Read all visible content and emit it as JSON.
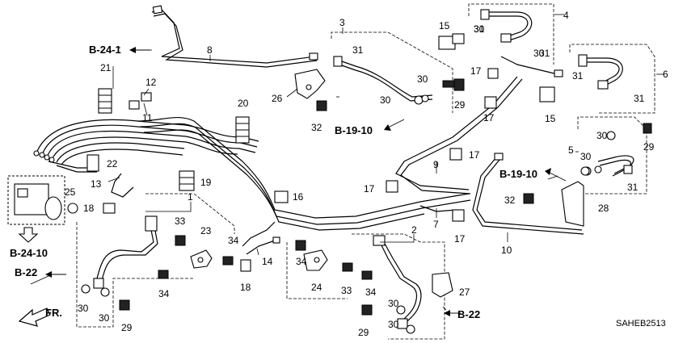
{
  "callouts": [
    {
      "id": "c1",
      "text": "1"
    },
    {
      "id": "c2",
      "text": "2"
    },
    {
      "id": "c3",
      "text": "3"
    },
    {
      "id": "c4",
      "text": "4"
    },
    {
      "id": "c5",
      "text": "5"
    },
    {
      "id": "c6",
      "text": "6"
    },
    {
      "id": "c7",
      "text": "7"
    },
    {
      "id": "c8",
      "text": "8"
    },
    {
      "id": "c9",
      "text": "9"
    },
    {
      "id": "c10",
      "text": "10"
    },
    {
      "id": "c11",
      "text": "11"
    },
    {
      "id": "c12",
      "text": "12"
    },
    {
      "id": "c13",
      "text": "13"
    },
    {
      "id": "c14",
      "text": "14"
    },
    {
      "id": "c15a",
      "text": "15"
    },
    {
      "id": "c15b",
      "text": "15"
    },
    {
      "id": "c16",
      "text": "16"
    },
    {
      "id": "c17a",
      "text": "17"
    },
    {
      "id": "c17b",
      "text": "17"
    },
    {
      "id": "c17c",
      "text": "17"
    },
    {
      "id": "c17d",
      "text": "17"
    },
    {
      "id": "c17e",
      "text": "17"
    },
    {
      "id": "c18a",
      "text": "18"
    },
    {
      "id": "c18b",
      "text": "18"
    },
    {
      "id": "c19",
      "text": "19"
    },
    {
      "id": "c20",
      "text": "20"
    },
    {
      "id": "c21",
      "text": "21"
    },
    {
      "id": "c22",
      "text": "22"
    },
    {
      "id": "c23",
      "text": "23"
    },
    {
      "id": "c24",
      "text": "24"
    },
    {
      "id": "c25",
      "text": "25"
    },
    {
      "id": "c26",
      "text": "26"
    },
    {
      "id": "c27",
      "text": "27"
    },
    {
      "id": "c28",
      "text": "28"
    },
    {
      "id": "c29a",
      "text": "29"
    },
    {
      "id": "c29b",
      "text": "29"
    },
    {
      "id": "c29c",
      "text": "29"
    },
    {
      "id": "c29d",
      "text": "29"
    },
    {
      "id": "c30a",
      "text": "30"
    },
    {
      "id": "c30b",
      "text": "30"
    },
    {
      "id": "c30c",
      "text": "30"
    },
    {
      "id": "c30d",
      "text": "30"
    },
    {
      "id": "c30e",
      "text": "30"
    },
    {
      "id": "c30f",
      "text": "30"
    },
    {
      "id": "c30g",
      "text": "30"
    },
    {
      "id": "c30h",
      "text": "30"
    },
    {
      "id": "c30i",
      "text": "30"
    },
    {
      "id": "c30j",
      "text": "30"
    },
    {
      "id": "c31a",
      "text": "31"
    },
    {
      "id": "c31b",
      "text": "31"
    },
    {
      "id": "c31c",
      "text": "31"
    },
    {
      "id": "c31d",
      "text": "31"
    },
    {
      "id": "c31e",
      "text": "31"
    },
    {
      "id": "c31f",
      "text": "31"
    },
    {
      "id": "c32a",
      "text": "32"
    },
    {
      "id": "c32b",
      "text": "32"
    },
    {
      "id": "c33a",
      "text": "33"
    },
    {
      "id": "c33b",
      "text": "33"
    },
    {
      "id": "c34a",
      "text": "34"
    },
    {
      "id": "c34b",
      "text": "34"
    },
    {
      "id": "c34c",
      "text": "34"
    },
    {
      "id": "c34d",
      "text": "34"
    }
  ],
  "references": {
    "b24_1": "B-24-1",
    "b24_10": "B-24-10",
    "b19_10_a": "B-19-10",
    "b19_10_b": "B-19-10",
    "b22_a": "B-22",
    "b22_b": "B-22"
  },
  "front_marker": "FR.",
  "diagram_code": "SAHEB2513"
}
